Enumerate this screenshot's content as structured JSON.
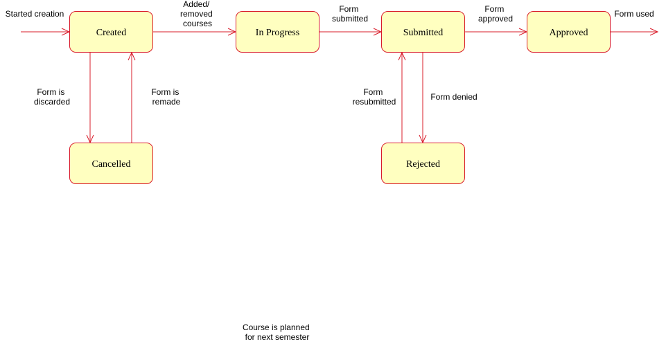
{
  "colors": {
    "state_fill": "#ffffc0",
    "state_stroke": "#d91c2a",
    "edge": "#d91c2a",
    "text": "#000000"
  },
  "states": {
    "created": "Created",
    "in_progress": "In Progress",
    "submitted": "Submitted",
    "approved": "Approved",
    "cancelled": "Cancelled",
    "rejected": "Rejected"
  },
  "transitions": {
    "start": [
      "Started creation"
    ],
    "created_to_in_progress": [
      "Added/",
      "removed",
      "courses"
    ],
    "in_progress_to_submitted": [
      "Form",
      "submitted"
    ],
    "submitted_to_approved": [
      "Form",
      "approved"
    ],
    "approved_exit": [
      "Form used"
    ],
    "created_to_cancelled": [
      "Form is",
      "discarded"
    ],
    "cancelled_to_created": [
      "Form is",
      "remade"
    ],
    "rejected_to_submitted": [
      "Form",
      "resubmitted"
    ],
    "submitted_to_rejected": [
      "Form denied"
    ]
  },
  "footer_note": [
    "Course is planned",
    "for next semester"
  ]
}
